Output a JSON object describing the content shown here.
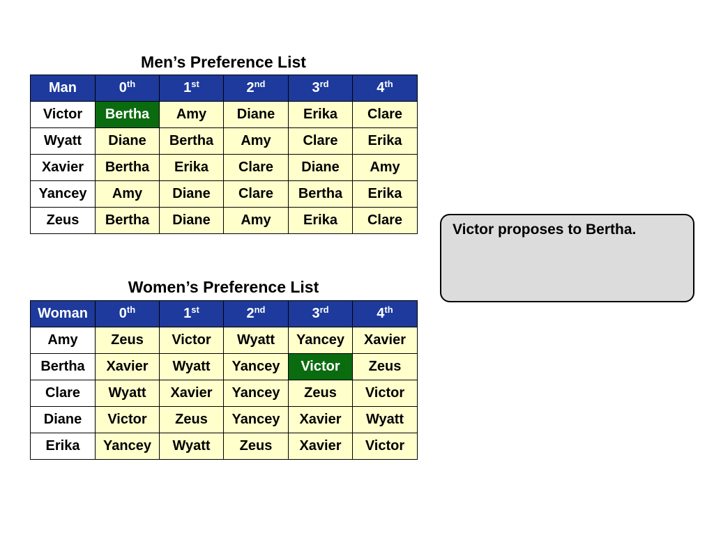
{
  "men": {
    "title": "Men’s Preference List",
    "header": {
      "first": "Man",
      "ranks": [
        {
          "num": "0",
          "suffix": "th"
        },
        {
          "num": "1",
          "suffix": "st"
        },
        {
          "num": "2",
          "suffix": "nd"
        },
        {
          "num": "3",
          "suffix": "rd"
        },
        {
          "num": "4",
          "suffix": "th"
        }
      ]
    },
    "rows": [
      {
        "name": "Victor",
        "prefs": [
          "Bertha",
          "Amy",
          "Diane",
          "Erika",
          "Clare"
        ]
      },
      {
        "name": "Wyatt",
        "prefs": [
          "Diane",
          "Bertha",
          "Amy",
          "Clare",
          "Erika"
        ]
      },
      {
        "name": "Xavier",
        "prefs": [
          "Bertha",
          "Erika",
          "Clare",
          "Diane",
          "Amy"
        ]
      },
      {
        "name": "Yancey",
        "prefs": [
          "Amy",
          "Diane",
          "Clare",
          "Bertha",
          "Erika"
        ]
      },
      {
        "name": "Zeus",
        "prefs": [
          "Bertha",
          "Diane",
          "Amy",
          "Erika",
          "Clare"
        ]
      }
    ],
    "highlight": {
      "row": 0,
      "col": 0
    }
  },
  "women": {
    "title": "Women’s Preference List",
    "header": {
      "first": "Woman",
      "ranks": [
        {
          "num": "0",
          "suffix": "th"
        },
        {
          "num": "1",
          "suffix": "st"
        },
        {
          "num": "2",
          "suffix": "nd"
        },
        {
          "num": "3",
          "suffix": "rd"
        },
        {
          "num": "4",
          "suffix": "th"
        }
      ]
    },
    "rows": [
      {
        "name": "Amy",
        "prefs": [
          "Zeus",
          "Victor",
          "Wyatt",
          "Yancey",
          "Xavier"
        ]
      },
      {
        "name": "Bertha",
        "prefs": [
          "Xavier",
          "Wyatt",
          "Yancey",
          "Victor",
          "Zeus"
        ]
      },
      {
        "name": "Clare",
        "prefs": [
          "Wyatt",
          "Xavier",
          "Yancey",
          "Zeus",
          "Victor"
        ]
      },
      {
        "name": "Diane",
        "prefs": [
          "Victor",
          "Zeus",
          "Yancey",
          "Xavier",
          "Wyatt"
        ]
      },
      {
        "name": "Erika",
        "prefs": [
          "Yancey",
          "Wyatt",
          "Zeus",
          "Xavier",
          "Victor"
        ]
      }
    ],
    "highlight": {
      "row": 1,
      "col": 3
    }
  },
  "message": "Victor proposes to Bertha.",
  "colors": {
    "header_bg": "#1d3a9c",
    "cell_bg": "#ffffcc",
    "highlight_bg": "#0b6b0f",
    "message_bg": "#dcdcdc"
  }
}
